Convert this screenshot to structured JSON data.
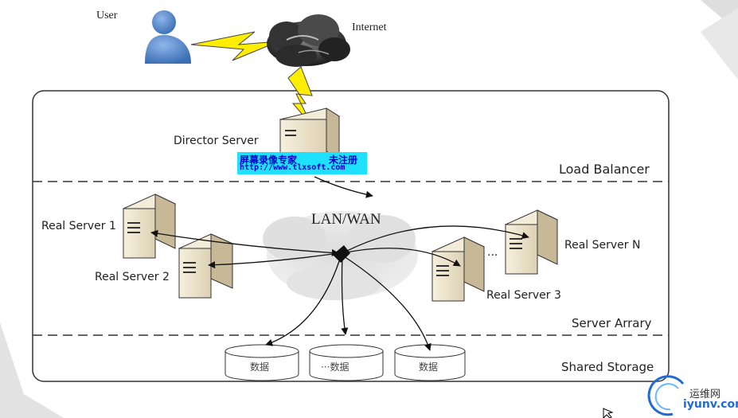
{
  "user_label": "User",
  "internet_label": "Internet",
  "director_label": "Director Server",
  "watermark": {
    "line1": "屏幕录像专家",
    "line1b": "未注册",
    "line2": "http://www.tlxsoft.com"
  },
  "load_balancer_label": "Load Balancer",
  "lan_label": "LAN/WAN",
  "rs1_label": "Real Server 1",
  "rs2_label": "Real Server 2",
  "rs3_label": "Real Server 3",
  "rsn_label": "Real Server N",
  "dots_label": "...",
  "server_array_label": "Server Arrary",
  "shared_storage_label": "Shared Storage",
  "db1_label": "数据",
  "db2_label": "···数据",
  "db3_label": "数据",
  "logo": {
    "cn": "运维网",
    "en": "iyunv.com"
  },
  "colors": {
    "bolt": "#ffee00",
    "user": "#4a7fc1",
    "logo_blue": "#1f6bd1"
  }
}
